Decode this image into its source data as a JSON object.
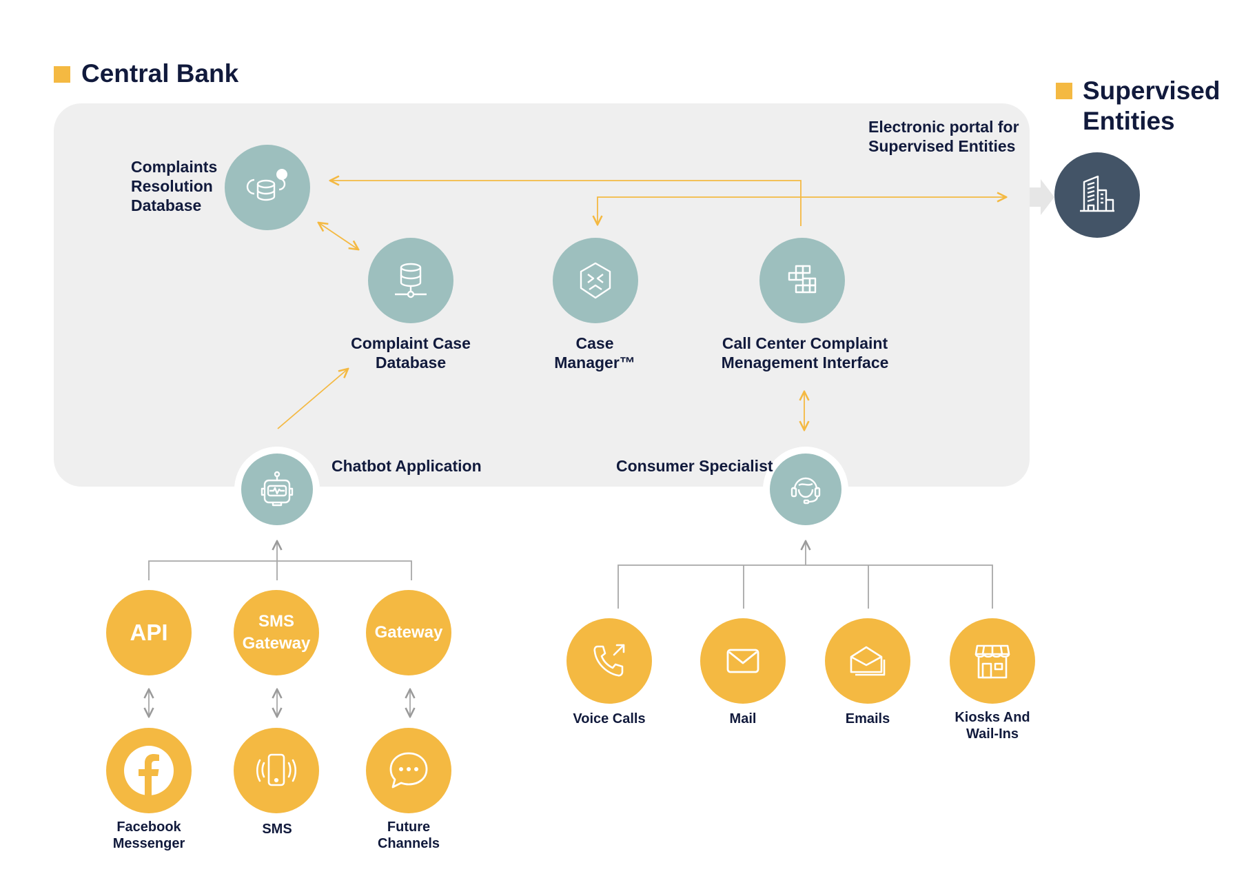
{
  "central_bank": {
    "title": "Central Bank"
  },
  "supervised": {
    "title_line1": "Supervised",
    "title_line2": "Entities",
    "portal_line1": "Electronic portal for",
    "portal_line2": "Supervised Entities"
  },
  "nodes": {
    "crd": {
      "line1": "Complaints",
      "line2": "Resolution",
      "line3": "Database",
      "icon": "database-sync-icon"
    },
    "ccd": {
      "line1": "Complaint Case",
      "line2": "Database",
      "icon": "database-network-icon"
    },
    "cm": {
      "line1": "Case",
      "line2": "Manager™",
      "icon": "cube-icon"
    },
    "cc": {
      "line1": "Call Center Complaint",
      "line2": "Menagement Interface",
      "icon": "blocks-icon"
    },
    "chatbot": {
      "label": "Chatbot Application",
      "icon": "robot-icon"
    },
    "specialist": {
      "label": "Consumer Specialist",
      "icon": "headset-agent-icon"
    },
    "entity": {
      "icon": "building-icon"
    }
  },
  "chat_channels": [
    {
      "top": "API",
      "bottom_line1": "Facebook",
      "bottom_line2": "Messenger",
      "bottom_icon": "facebook-icon"
    },
    {
      "top_line1": "SMS",
      "top_line2": "Gateway",
      "bottom_line1": "SMS",
      "bottom_line2": "",
      "bottom_icon": "phone-vibrate-icon"
    },
    {
      "top": "Gateway",
      "bottom_line1": "Future",
      "bottom_line2": "Channels",
      "bottom_icon": "chat-bubble-icon"
    }
  ],
  "specialist_channels": [
    {
      "line1": "Voice Calls",
      "line2": "",
      "icon": "phone-call-icon"
    },
    {
      "line1": "Mail",
      "line2": "",
      "icon": "envelope-icon"
    },
    {
      "line1": "Emails",
      "line2": "",
      "icon": "email-stack-icon"
    },
    {
      "line1": "Kiosks And",
      "line2": "Wail-Ins",
      "icon": "kiosk-icon"
    }
  ],
  "colors": {
    "accent": "#f4b942",
    "teal": "#9dbfbe",
    "dark": "#435467",
    "navy": "#111a3c",
    "panel": "#efefef",
    "line": "#a8a8a8"
  }
}
